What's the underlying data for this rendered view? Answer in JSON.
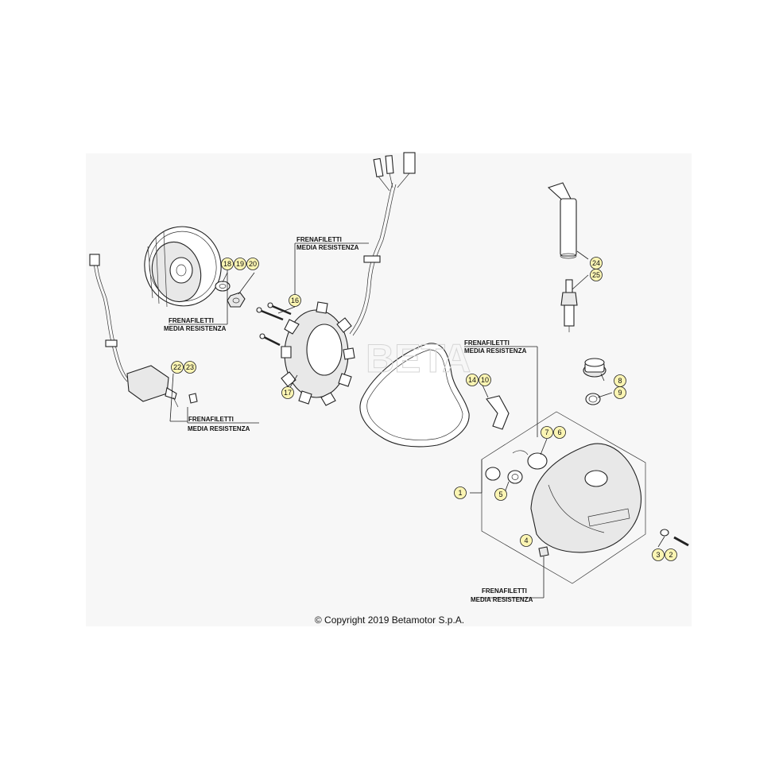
{
  "copyright": "© Copyright 2019 Betamotor S.p.A.",
  "notes": {
    "n1_line1": "FRENAFILETTI",
    "n1_line2": "MEDIA RESISTENZA",
    "n2_line1": "FRENAFILETTI",
    "n2_line2": "MEDIA RESISTENZA",
    "n3_line1": "FRENAFILETTI",
    "n3_line2": "MEDIA RESISTENZA",
    "n4_line1": "FRENAFILETTI",
    "n4_line2": "MEDIA RESISTENZA",
    "n5_line1": "FRENAFILETTI",
    "n5_line2": "MEDIA RESISTENZA"
  },
  "callouts": {
    "c1": "1",
    "c2": "2",
    "c3": "3",
    "c4": "4",
    "c5": "5",
    "c6": "6",
    "c7": "7",
    "c8": "8",
    "c9": "9",
    "c10": "10",
    "c14": "14",
    "c16": "16",
    "c17": "17",
    "c18": "18",
    "c19": "19",
    "c20": "20",
    "c22": "22",
    "c23": "23",
    "c24": "24",
    "c25": "25"
  },
  "colors": {
    "bubble_fill": "#fbf5b3",
    "line": "#222222",
    "panel": "#f7f7f7"
  }
}
